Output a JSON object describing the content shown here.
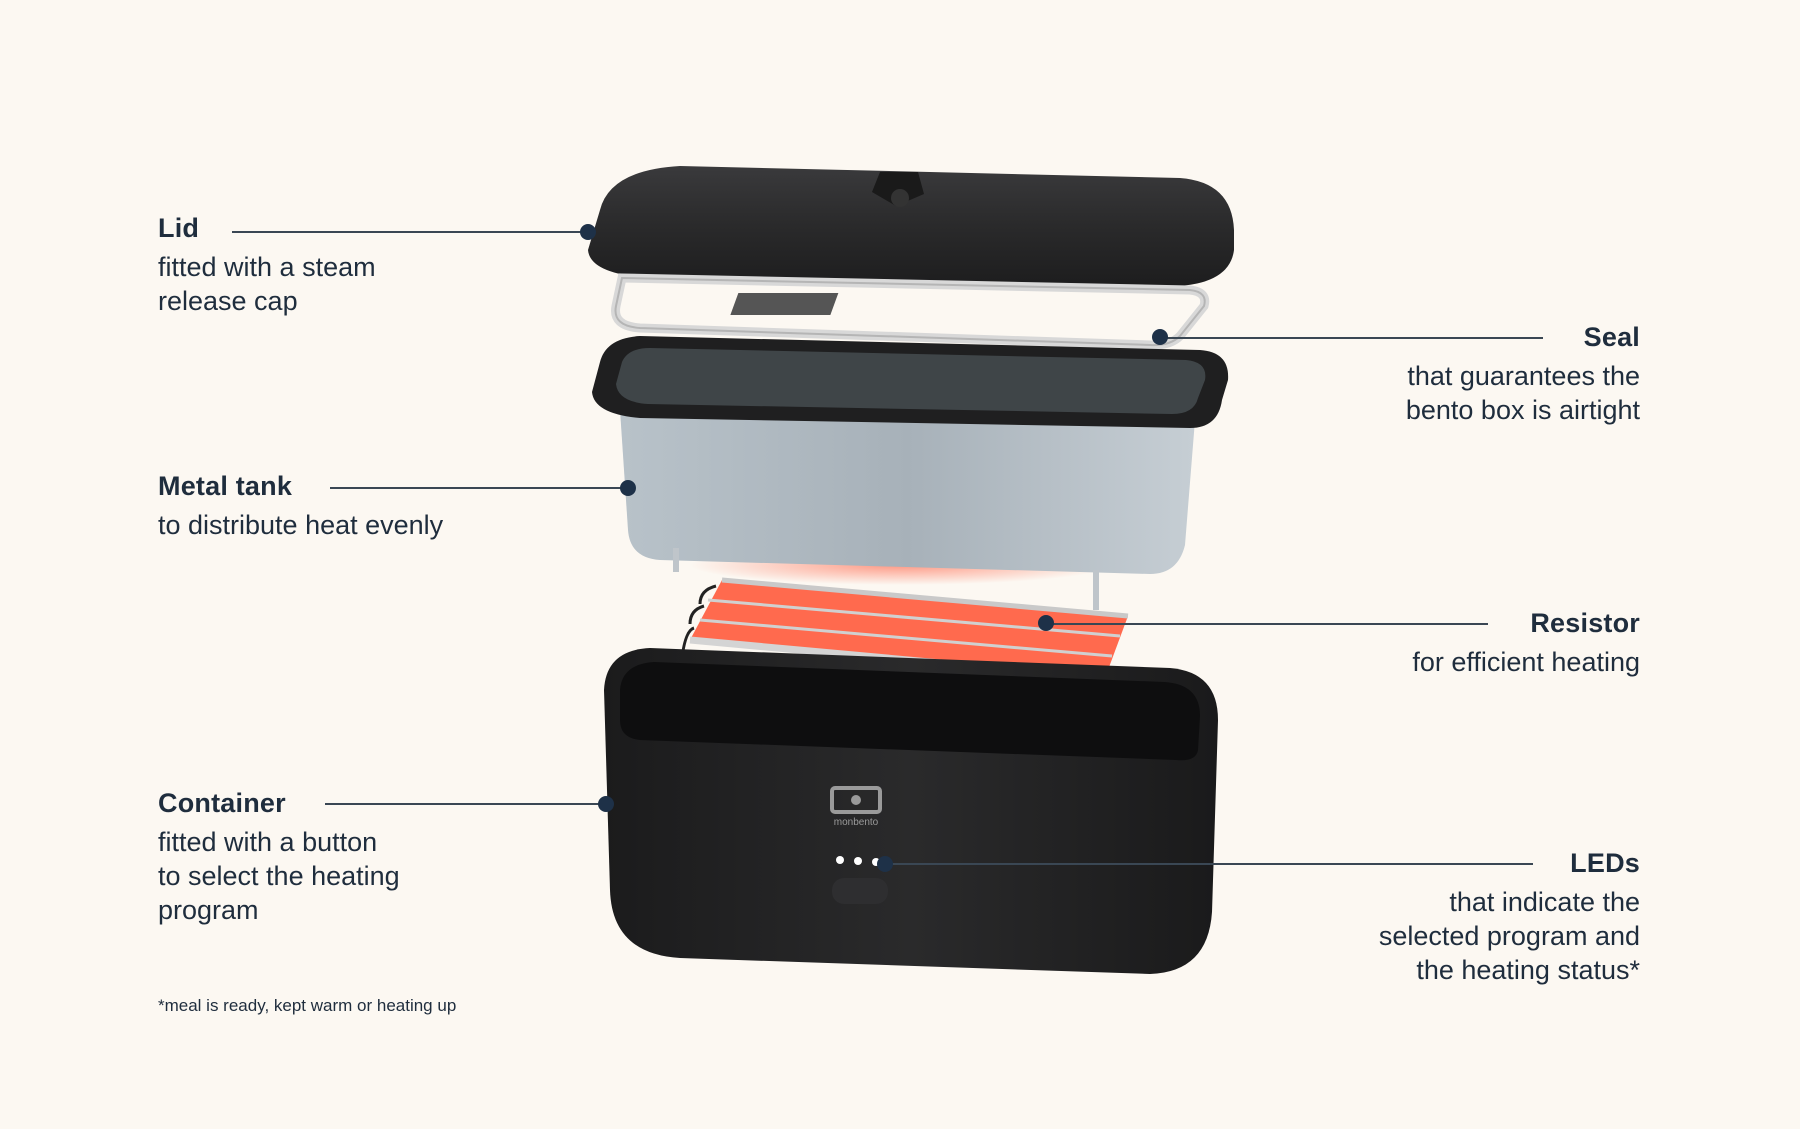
{
  "diagram": {
    "subject": "monbento heated bento box exploded view",
    "brand_logo_text": "monbento",
    "colors": {
      "background": "#fcf8f2",
      "text": "#1f2d3d",
      "leader_dot": "#1e3148",
      "lid_body": "#2a2a2b",
      "tank_metal": "#a9b3bb",
      "resistor_glow": "#ff5a3c",
      "container_body": "#232324"
    },
    "callouts": [
      {
        "id": "lid",
        "title": "Lid",
        "description": [
          "fitted with a steam",
          "release cap"
        ],
        "side": "left"
      },
      {
        "id": "seal",
        "title": "Seal",
        "description": [
          "that guarantees the",
          "bento box is airtight"
        ],
        "side": "right"
      },
      {
        "id": "metal-tank",
        "title": "Metal tank",
        "description": [
          "to distribute heat evenly"
        ],
        "side": "left"
      },
      {
        "id": "resistor",
        "title": "Resistor",
        "description": [
          "for efficient heating"
        ],
        "side": "right"
      },
      {
        "id": "container",
        "title": "Container",
        "description": [
          "fitted with a button",
          "to select the heating",
          "program"
        ],
        "side": "left"
      },
      {
        "id": "leds",
        "title": "LEDs",
        "description": [
          "that indicate the",
          "selected program and",
          "the heating status*"
        ],
        "side": "right"
      }
    ],
    "footnote": "*meal is ready, kept warm or heating up"
  }
}
